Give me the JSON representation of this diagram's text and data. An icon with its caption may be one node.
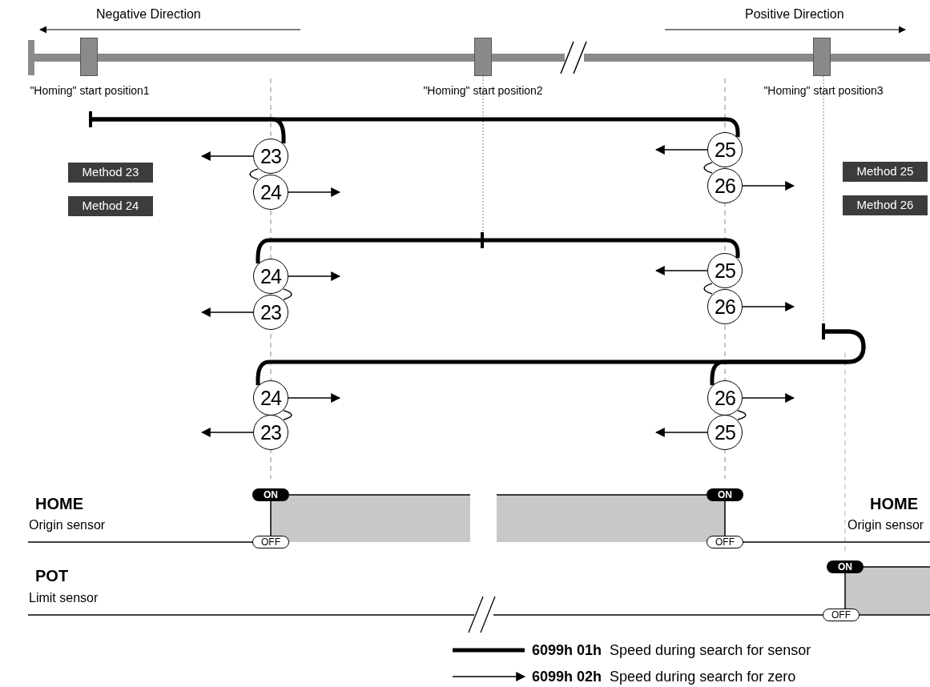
{
  "diagram": {
    "nodes": [
      {
        "text": [],
        "shape": "bar",
        "beside": [
          "\"Homing\" start position1"
        ]
      },
      {
        "text": [],
        "shape": "bar",
        "beside": [
          "\"Homing\" start position2"
        ]
      },
      {
        "text": [],
        "shape": "bar",
        "beside": [
          "\"Homing\" start position3"
        ]
      },
      {
        "text": [
          "Method 23"
        ]
      },
      {
        "text": [
          "Method 24"
        ]
      },
      {
        "text": [
          "Method 25"
        ]
      },
      {
        "text": [
          "Method 26"
        ]
      },
      {
        "text": [
          "23"
        ]
      },
      {
        "text": [
          "24"
        ]
      },
      {
        "text": [
          "25"
        ]
      },
      {
        "text": [
          "26"
        ]
      },
      {
        "text": [
          "24"
        ]
      },
      {
        "text": [
          "23"
        ]
      },
      {
        "text": [
          "25"
        ]
      },
      {
        "text": [
          "26"
        ]
      },
      {
        "text": [
          "24"
        ]
      },
      {
        "text": [
          "23"
        ]
      },
      {
        "text": [
          "26"
        ]
      },
      {
        "text": [
          "25"
        ]
      },
      {
        "text": [
          "ON"
        ]
      },
      {
        "text": [
          "OFF"
        ]
      },
      {
        "text": [
          "ON"
        ]
      },
      {
        "text": [
          "OFF"
        ]
      },
      {
        "text": [
          "ON"
        ]
      },
      {
        "text": [
          "OFF"
        ]
      }
    ],
    "edges": [
      {
        "from": 0,
        "to": 7,
        "arrow": "other",
        "style": "thick"
      },
      {
        "from": 0,
        "to": 9,
        "arrow": "other",
        "style": "thick"
      },
      {
        "from": null,
        "to": 11,
        "arrow": "other",
        "style": "thick"
      },
      {
        "from": null,
        "to": 13,
        "arrow": "other",
        "style": "thick"
      },
      {
        "from": null,
        "to": 15,
        "arrow": "other",
        "style": "thick"
      },
      {
        "from": null,
        "to": 17,
        "arrow": "other",
        "style": "thick"
      },
      {
        "from": 7,
        "to": null,
        "arrow": "to"
      },
      {
        "from": 8,
        "to": null,
        "arrow": "to"
      },
      {
        "from": 9,
        "to": null,
        "arrow": "to"
      },
      {
        "from": 10,
        "to": null,
        "arrow": "to"
      },
      {
        "from": 11,
        "to": null,
        "arrow": "to"
      },
      {
        "from": 12,
        "to": null,
        "arrow": "to"
      },
      {
        "from": 13,
        "to": null,
        "arrow": "to"
      },
      {
        "from": 14,
        "to": null,
        "arrow": "to"
      },
      {
        "from": 15,
        "to": null,
        "arrow": "to"
      },
      {
        "from": 16,
        "to": null,
        "arrow": "to"
      },
      {
        "from": 17,
        "to": null,
        "arrow": "to"
      },
      {
        "from": 18,
        "to": null,
        "arrow": "to"
      },
      {
        "from": 7,
        "to": 8,
        "arrow": "none"
      },
      {
        "from": 9,
        "to": 10,
        "arrow": "none"
      },
      {
        "from": 11,
        "to": 12,
        "arrow": "none"
      },
      {
        "from": 13,
        "to": 14,
        "arrow": "none"
      },
      {
        "from": 15,
        "to": 16,
        "arrow": "none"
      },
      {
        "from": 17,
        "to": 18,
        "arrow": "none"
      }
    ],
    "labels": [
      "Negative Direction",
      "Positive Direction",
      "HOME",
      "Origin sensor",
      "HOME",
      "Origin sensor",
      "POT",
      "Limit sensor"
    ],
    "legend": [
      {
        "text": "**6099h 01h**  Speed during search for sensor"
      },
      {
        "text": "**6099h 02h**  Speed during search for zero"
      }
    ]
  }
}
